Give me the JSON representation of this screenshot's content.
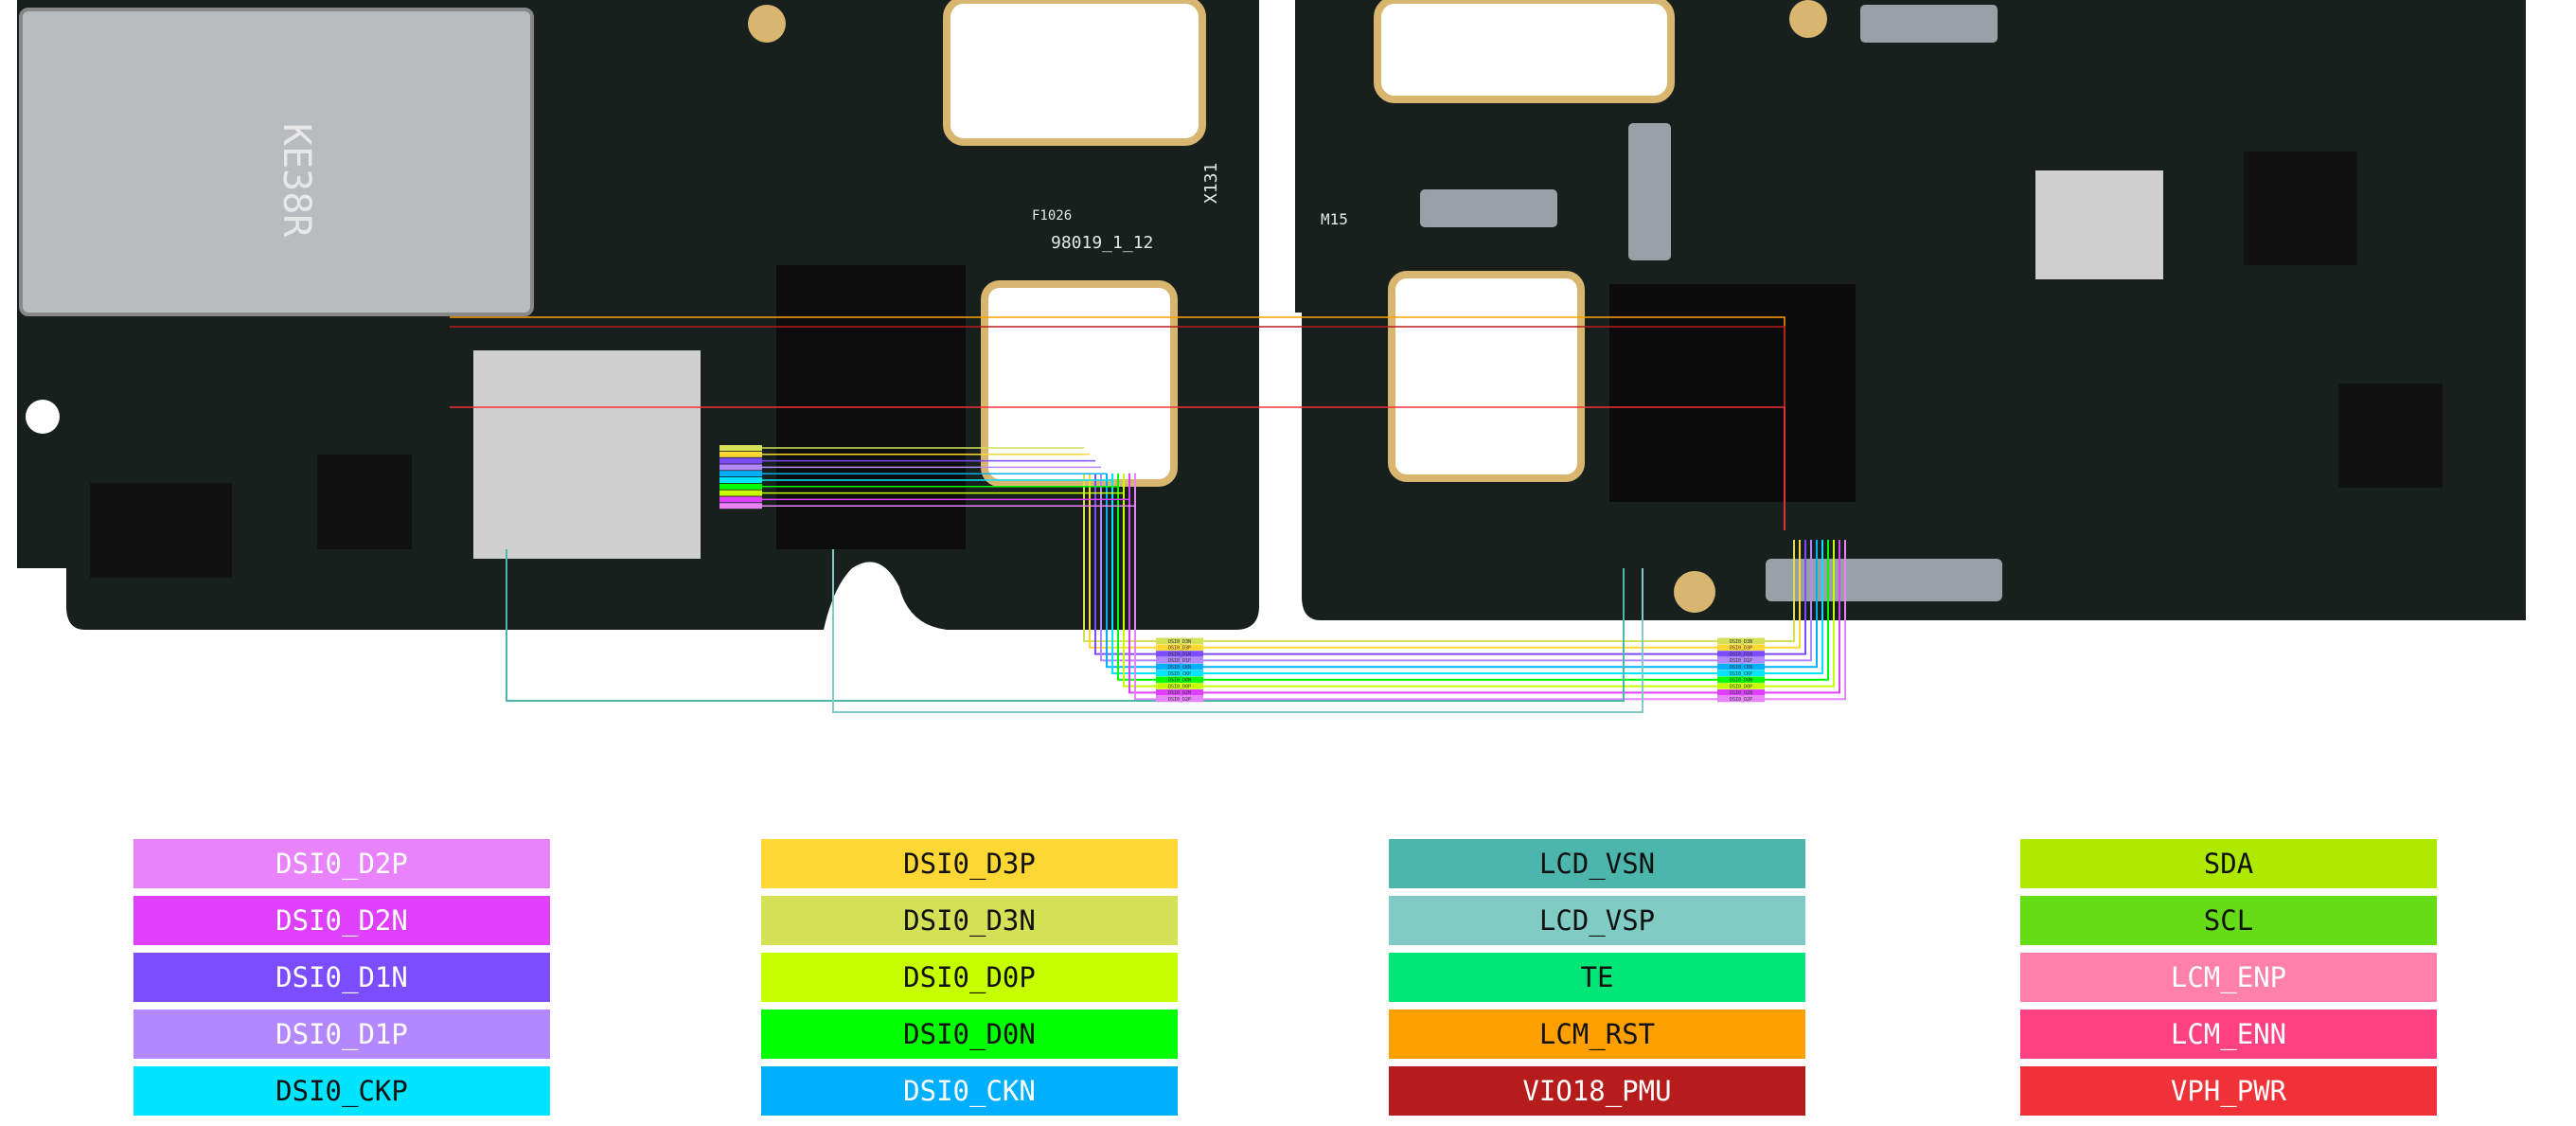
{
  "board": {
    "silkscreen": {
      "sim": "KE38R",
      "code": "98019_1_12",
      "xref": "X131",
      "mref": "M15",
      "fref": "F1026"
    }
  },
  "legend": [
    {
      "label": "DSI0_D2P",
      "color": "#e883fb",
      "text": "#ffffff"
    },
    {
      "label": "DSI0_D2N",
      "color": "#df40fd",
      "text": "#ffffff"
    },
    {
      "label": "DSI0_D1N",
      "color": "#7c4dff",
      "text": "#ffffff"
    },
    {
      "label": "DSI0_D1P",
      "color": "#b388ff",
      "text": "#ffffff"
    },
    {
      "label": "DSI0_CKP",
      "color": "#00e5ff",
      "text": "#111111"
    },
    {
      "label": "DSI0_D3P",
      "color": "#fdd835",
      "text": "#111111"
    },
    {
      "label": "DSI0_D3N",
      "color": "#d4e157",
      "text": "#111111"
    },
    {
      "label": "DSI0_D0P",
      "color": "#c6ff00",
      "text": "#111111"
    },
    {
      "label": "DSI0_D0N",
      "color": "#00ff00",
      "text": "#111111"
    },
    {
      "label": "DSI0_CKN",
      "color": "#00b0ff",
      "text": "#ffffff"
    },
    {
      "label": "LCD_VSN",
      "color": "#4db6ac",
      "text": "#111111"
    },
    {
      "label": "LCD_VSP",
      "color": "#80cbc4",
      "text": "#111111"
    },
    {
      "label": "TE",
      "color": "#00e676",
      "text": "#111111"
    },
    {
      "label": "LCM_RST",
      "color": "#ffa000",
      "text": "#111111"
    },
    {
      "label": "VIO18_PMU",
      "color": "#b71c1c",
      "text": "#ffffff"
    },
    {
      "label": "SDA",
      "color": "#aeea00",
      "text": "#111111"
    },
    {
      "label": "SCL",
      "color": "#64dd17",
      "text": "#111111"
    },
    {
      "label": "LCM_ENP",
      "color": "#ff80ab",
      "text": "#ffffff"
    },
    {
      "label": "LCM_ENN",
      "color": "#ff4081",
      "text": "#ffffff"
    },
    {
      "label": "VPH_PWR",
      "color": "#f03238",
      "text": "#ffffff"
    }
  ],
  "trace_labels": [
    {
      "label": "DSI0_D3N",
      "color": "#d4e157"
    },
    {
      "label": "DSI0_D3P",
      "color": "#fdd835"
    },
    {
      "label": "DSI0_D1N",
      "color": "#7c4dff"
    },
    {
      "label": "DSI0_D1P",
      "color": "#b388ff"
    },
    {
      "label": "DSI0_CKN",
      "color": "#00b0ff"
    },
    {
      "label": "DSI0_CKP",
      "color": "#00e5ff"
    },
    {
      "label": "DSI0_D0N",
      "color": "#00ff00"
    },
    {
      "label": "DSI0_D0P",
      "color": "#c6ff00"
    },
    {
      "label": "DSI0_D2N",
      "color": "#df40fd"
    },
    {
      "label": "DSI0_D2P",
      "color": "#e883fb"
    }
  ]
}
